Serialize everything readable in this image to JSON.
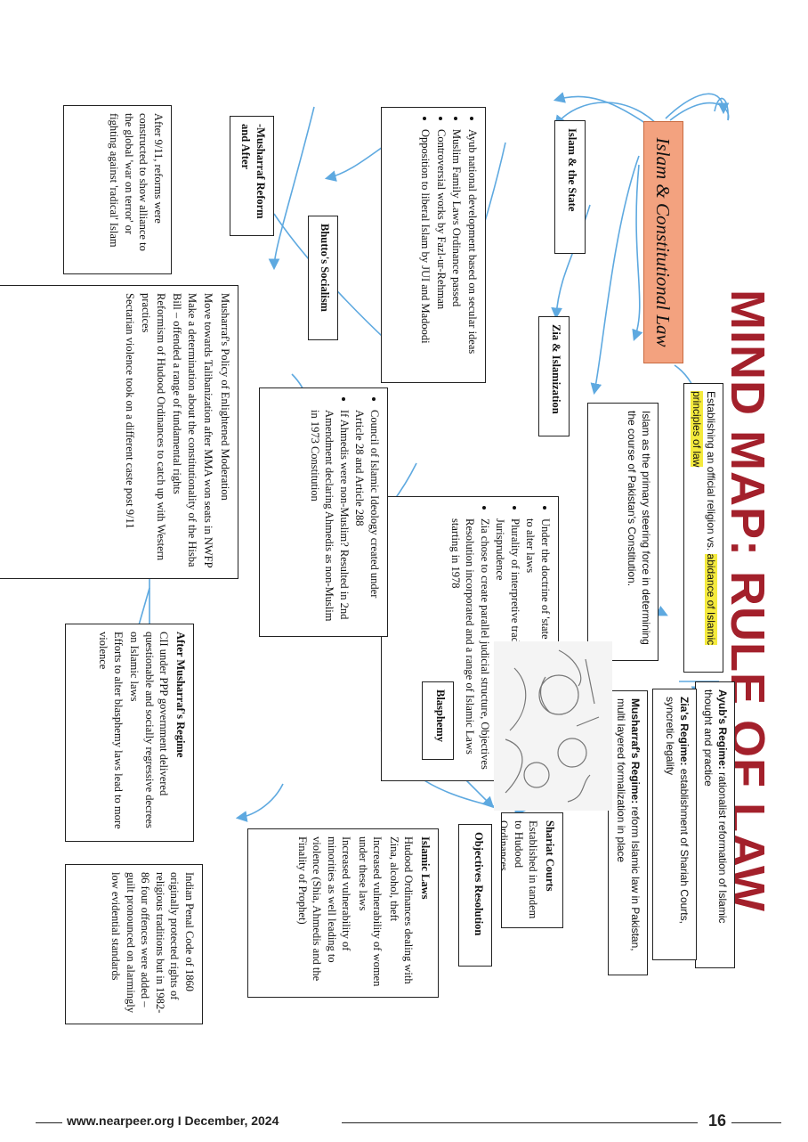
{
  "title": "MIND MAP: RULE OF LAW",
  "central_topic": "Islam & Constitutional Law",
  "establishing": {
    "prefix": "Establishing an official religion vs. ",
    "highlight": "abidance of Islamic principles of law"
  },
  "primary_force": "Islam as the primary steering force in determining the course of Pakistan's Constitution.",
  "regimes": {
    "ayub_label": "Ayub's Regime:",
    "ayub_text": " rationalist reformation of Islamic thought and practice",
    "zia_label": "Zia's Regime:",
    "zia_text": " establishment of Shariah Courts, syncretic legality",
    "musharraf_label": "Musharraf's Regime:",
    "musharraf_text": " reform Islamic law in Pakistan, multi layered formalization in place"
  },
  "nodes": {
    "islam_state": "Islam & the State",
    "zia_islamization": "Zia & Islamization",
    "bhutto_socialism": "Bhutto's Socialism",
    "musharraf_reform": "-Musharraf Reform and After",
    "blasphemy": "Blasphemy",
    "objectives_resolution": "Objectives Resolution",
    "shariat_courts_title": "Shariat Courts",
    "shariat_courts_text": "Established in tandem to Hudood Ordinances",
    "islamic_laws_title": "Islamic Laws",
    "after_musharraf_title": "After Musharraf's Regime"
  },
  "islam_state_items": [
    "Ayub national development based on secular ideas",
    "Muslim Family Laws Ordinance passed",
    "Controversial works by Fazl-ur-Rehman",
    "Opposition to liberal Islam by JUI and Madoodi"
  ],
  "zia_items": [
    "Under the doctrine of 'state necessity' Zia used the power to alter laws",
    "Plurality of interpretive traditions in terms of Shariah Jurisprudence",
    "Zia chose to create parallel judicial structure, Objectives Resolution incorporated and a range of Islamic Laws starting in 1978"
  ],
  "bhutto_items": [
    "Council of Islamic Ideology created under Article 28 and Article 288",
    "If Ahmedis were non-Muslim? Resulted in 2nd Amendment declaring Ahmedis as non-Muslim in 1973 Constitution"
  ],
  "after_911": "After 9/11, reforms were constructed to show alliance to the global 'war on terror' or fighting against 'radical' Islam",
  "enlightened": [
    "Musharraf's Policy of Enlightened Moderation",
    "Move towards Talibanization after MMA won seats in NWFP",
    "Make a determination about the constitutionality of the Hisba Bill – offended a range of fundamental rights",
    "Reformism of Hudood Ordinances to catch up with Western practices",
    "Sectarian violence took on a different caste post 9/11"
  ],
  "after_musharraf_items": [
    "CII under PPP government delivered questionable and socially regressive decrees on Islamic laws",
    "Efforts to alter blasphemy laws lead to more violence"
  ],
  "islamic_laws_items": [
    "Hudood Ordinances dealing with Zina, alcohol, theft",
    "Increased vulnerability of women under these laws",
    "Increased vulnerability of minorities as well leading to violence (Shia, Ahmedis and the Finality of Prophet)"
  ],
  "penal_code": "Indian Penal Code of 1860 originally protected rights of religious traditions but in 1982-86 four offences were added – guilt pronounced on alarmingly low evidential standards",
  "footer": {
    "text": "www.nearpeer.org I December, 2024",
    "page": "16"
  },
  "colors": {
    "title": "#a3202b",
    "central_fill": "#f3a27f",
    "arrow": "#5ea9e0",
    "highlight": "#f4ea3d"
  }
}
